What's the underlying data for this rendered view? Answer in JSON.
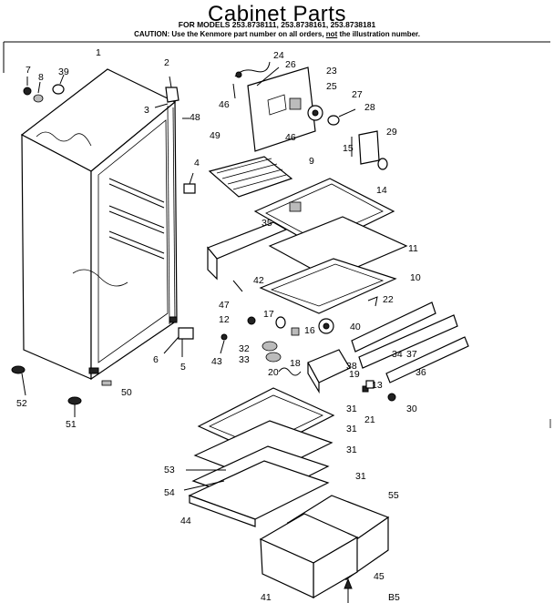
{
  "header": {
    "title": "Cabinet Parts",
    "models": "FOR MODELS 253.8738111, 253.8738161, 253.8738181",
    "caution_before": "CAUTION: Use the Kenmore part number on all orders,",
    "caution_not": "not",
    "caution_after": "the illustration number."
  },
  "callouts": [
    "1",
    "2",
    "3",
    "4",
    "5",
    "6",
    "7",
    "8",
    "9",
    "10",
    "11",
    "12",
    "13",
    "14",
    "15",
    "16",
    "17",
    "18",
    "19",
    "20",
    "21",
    "22",
    "23",
    "24",
    "25",
    "26",
    "27",
    "28",
    "29",
    "30",
    "31",
    "31",
    "31",
    "31",
    "32",
    "33",
    "34",
    "35",
    "36",
    "37",
    "38",
    "39",
    "40",
    "41",
    "42",
    "43",
    "44",
    "45",
    "46",
    "46",
    "47",
    "48",
    "49",
    "50",
    "51",
    "52",
    "53",
    "54",
    "55",
    "B5"
  ]
}
